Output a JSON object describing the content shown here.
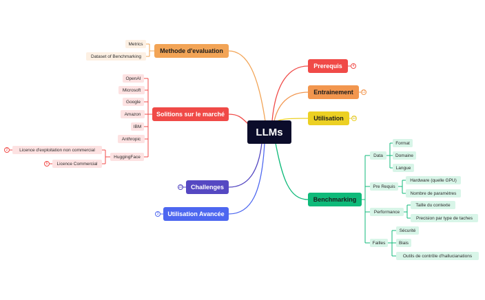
{
  "root": {
    "label": "LLMs"
  },
  "branches": {
    "prerequis": {
      "label": "Prerequis",
      "badge": "4",
      "color": "#f04a47"
    },
    "entrainement": {
      "label": "Entrainement",
      "badge": "11",
      "color": "#f2964e"
    },
    "utilisation": {
      "label": "Utilisation",
      "badge": "11",
      "color": "#ecd023"
    },
    "benchmarking": {
      "label": "Benchmarking",
      "color": "#0fba7a"
    },
    "methode": {
      "label": "Methode d'evaluation",
      "color": "#f2a456"
    },
    "solutions": {
      "label": "Solitions sur le marché",
      "color": "#f04a47"
    },
    "challenges": {
      "label": "Challenges",
      "badge": "23",
      "color": "#5548c2"
    },
    "avancee": {
      "label": "Utilisation Avancée",
      "badge": "3",
      "color": "#4d67f0"
    }
  },
  "methode_children": [
    "Metrics",
    "Dataset of Benchmarking"
  ],
  "solutions_children": [
    "OpenAI",
    "Microsoft",
    "Google",
    "Amazon",
    "IBM",
    "Anthropic",
    "HuggingFace"
  ],
  "huggingface_children": [
    {
      "label": "Licence d'exploitation non commercial",
      "badge": "2"
    },
    {
      "label": "Licence Commercial",
      "badge": "6"
    }
  ],
  "benchmarking_children": {
    "data": {
      "label": "Data",
      "children": [
        "Format",
        "Domaine",
        "Langue"
      ]
    },
    "prereq": {
      "label": "Pre Requis",
      "children": [
        "Hardware (quelle GPU)",
        "Nombre de paramètres"
      ]
    },
    "performance": {
      "label": "Performance",
      "children": [
        "Taille du contexte",
        "Precision par type de taches"
      ]
    },
    "failles": {
      "label": "Failles",
      "children": [
        "Sécurité",
        "Biais",
        "Outils de contrôle d'hallucianations"
      ]
    }
  }
}
